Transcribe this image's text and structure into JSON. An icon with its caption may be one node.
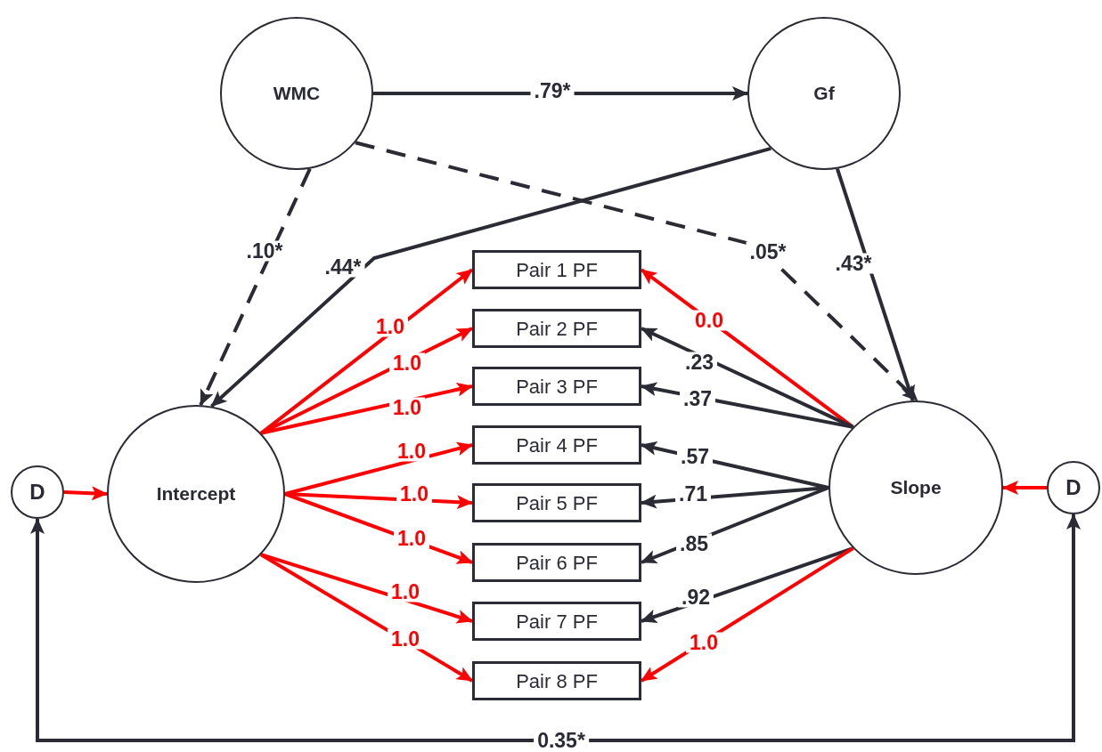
{
  "diagram": {
    "nodes": [
      {
        "text": [
          "WMC"
        ]
      },
      {
        "text": [
          "Gf"
        ]
      },
      {
        "text": [
          "D"
        ]
      },
      {
        "text": [
          "Intercept"
        ]
      },
      {
        "text": [
          "Pair 1 PF"
        ]
      },
      {
        "text": [
          "Pair 2 PF"
        ]
      },
      {
        "text": [
          "Pair 3 PF"
        ]
      },
      {
        "text": [
          "Pair 4 PF"
        ]
      },
      {
        "text": [
          "Pair 5 PF"
        ]
      },
      {
        "text": [
          "Pair 6 PF"
        ]
      },
      {
        "text": [
          "Pair 7 PF"
        ]
      },
      {
        "text": [
          "Pair 8 PF"
        ]
      },
      {
        "text": [
          "Slope"
        ]
      },
      {
        "text": [
          "D"
        ]
      }
    ],
    "edges": [
      {
        "from": 0,
        "to": 1,
        "arrow": "to",
        "label": ".79*"
      },
      {
        "from": 0,
        "to": 3,
        "arrow": "to",
        "label": ".10*",
        "style": "dashed"
      },
      {
        "from": 0,
        "to": 12,
        "arrow": "to",
        "label": ".05*",
        "style": "dashed"
      },
      {
        "from": 1,
        "to": 3,
        "arrow": "to",
        "label": ".44*"
      },
      {
        "from": 1,
        "to": 12,
        "arrow": "to",
        "label": ".43*"
      },
      {
        "from": 2,
        "to": 3,
        "arrow": "to",
        "color": "#ff0000"
      },
      {
        "from": 13,
        "to": 12,
        "arrow": "to",
        "color": "#ff0000"
      },
      {
        "from": 3,
        "to": 4,
        "arrow": "to",
        "label": "1.0",
        "color": "#ff0000"
      },
      {
        "from": 3,
        "to": 5,
        "arrow": "to",
        "label": "1.0",
        "color": "#ff0000"
      },
      {
        "from": 3,
        "to": 6,
        "arrow": "to",
        "label": "1.0",
        "color": "#ff0000"
      },
      {
        "from": 3,
        "to": 7,
        "arrow": "to",
        "label": "1.0",
        "color": "#ff0000"
      },
      {
        "from": 3,
        "to": 8,
        "arrow": "to",
        "label": "1.0",
        "color": "#ff0000"
      },
      {
        "from": 3,
        "to": 9,
        "arrow": "to",
        "label": "1.0",
        "color": "#ff0000"
      },
      {
        "from": 3,
        "to": 10,
        "arrow": "to",
        "label": "1.0",
        "color": "#ff0000"
      },
      {
        "from": 3,
        "to": 11,
        "arrow": "to",
        "label": "1.0",
        "color": "#ff0000"
      },
      {
        "from": 12,
        "to": 4,
        "arrow": "to",
        "label": "0.0",
        "color": "#ff0000"
      },
      {
        "from": 12,
        "to": 5,
        "arrow": "to",
        "label": ".23"
      },
      {
        "from": 12,
        "to": 6,
        "arrow": "to",
        "label": ".37"
      },
      {
        "from": 12,
        "to": 7,
        "arrow": "to",
        "label": ".57"
      },
      {
        "from": 12,
        "to": 8,
        "arrow": "to",
        "label": ".71"
      },
      {
        "from": 12,
        "to": 9,
        "arrow": "to",
        "label": ".85"
      },
      {
        "from": 12,
        "to": 10,
        "arrow": "to",
        "label": ".92"
      },
      {
        "from": 12,
        "to": 11,
        "arrow": "to",
        "label": "1.0",
        "color": "#ff0000"
      },
      {
        "from": 2,
        "to": 13,
        "arrow": "both",
        "label": "0.35*"
      }
    ]
  }
}
